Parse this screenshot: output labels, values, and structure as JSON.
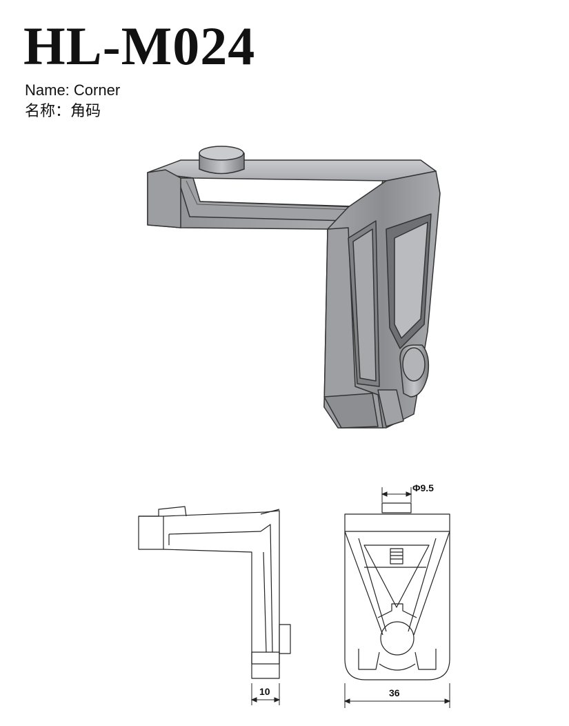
{
  "product": {
    "model": "HL-M024",
    "name_en": "Name: Corner",
    "name_zh": "名称：角码"
  },
  "dimensions": {
    "diameter": "Φ9.5",
    "side_width": "10",
    "front_width": "36"
  },
  "colors": {
    "metal_light": "#b4b6ba",
    "metal_mid": "#9a9ca0",
    "metal_dark": "#6f7175",
    "line": "#1a1a1a"
  }
}
